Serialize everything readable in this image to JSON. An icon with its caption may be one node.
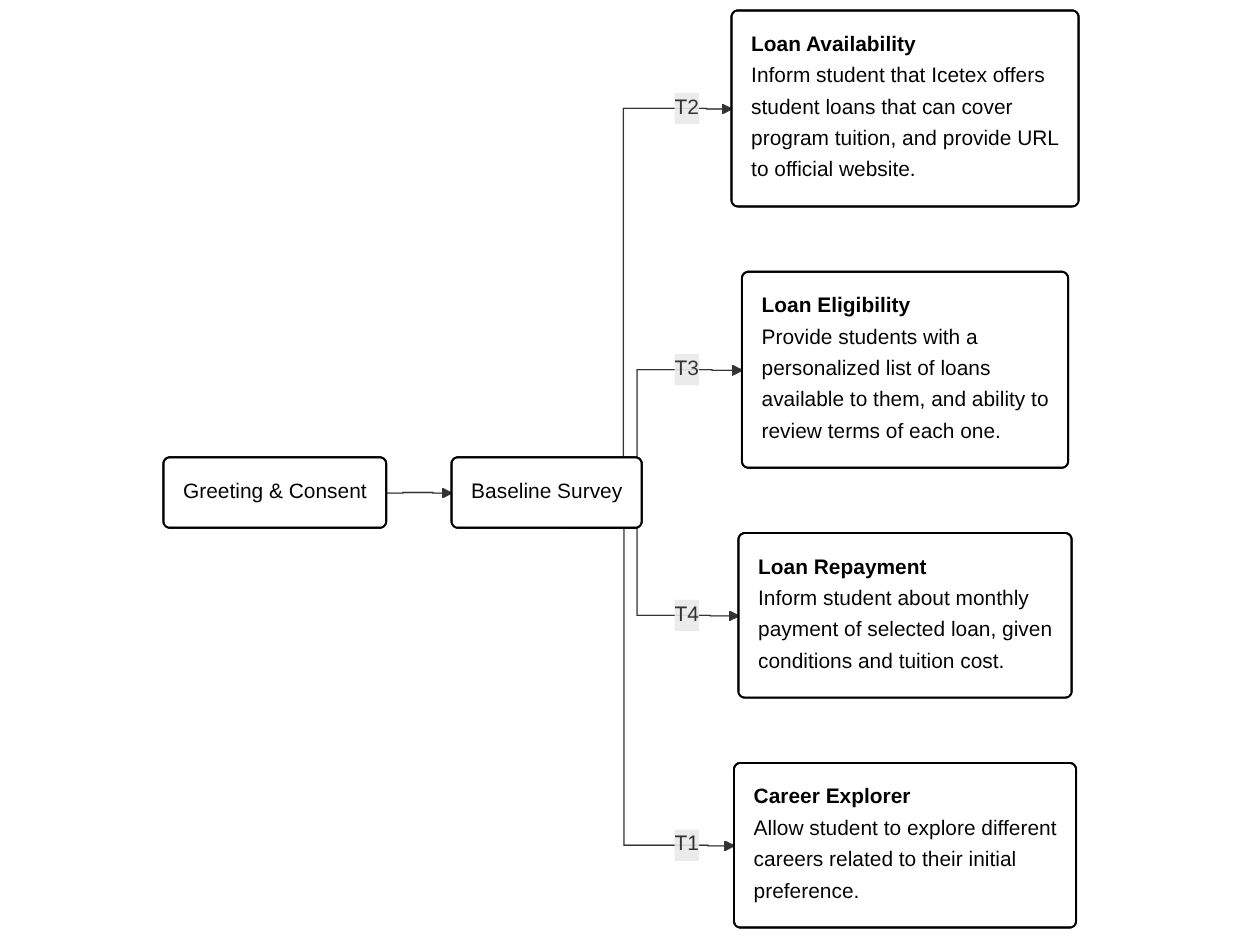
{
  "diagram": {
    "nodes": [
      {
        "text": [
          "Greeting & Consent"
        ]
      },
      {
        "text": [
          "Baseline Survey"
        ]
      },
      {
        "text": [
          "Loan Availability",
          "Inform student that Icetex offers student loans that can cover program tuition, and provide URL to official website."
        ]
      },
      {
        "text": [
          "Loan Eligibility",
          "Provide students with a personalized list of loans available to them, and ability to review terms of each one."
        ]
      },
      {
        "text": [
          "Loan Repayment",
          "Inform student about monthly payment of selected loan, given conditions and tuition cost."
        ]
      },
      {
        "text": [
          "Career Explorer",
          "Allow student to explore different careers related to their initial preference."
        ]
      }
    ],
    "edges": [
      {
        "from": 0,
        "to": 1,
        "arrow": "to"
      },
      {
        "from": 1,
        "to": 2,
        "arrow": "to",
        "label": "T2"
      },
      {
        "from": 1,
        "to": 3,
        "arrow": "to",
        "label": "T3"
      },
      {
        "from": 1,
        "to": 4,
        "arrow": "to",
        "label": "T4"
      },
      {
        "from": 1,
        "to": 5,
        "arrow": "to",
        "label": "T1"
      }
    ]
  }
}
